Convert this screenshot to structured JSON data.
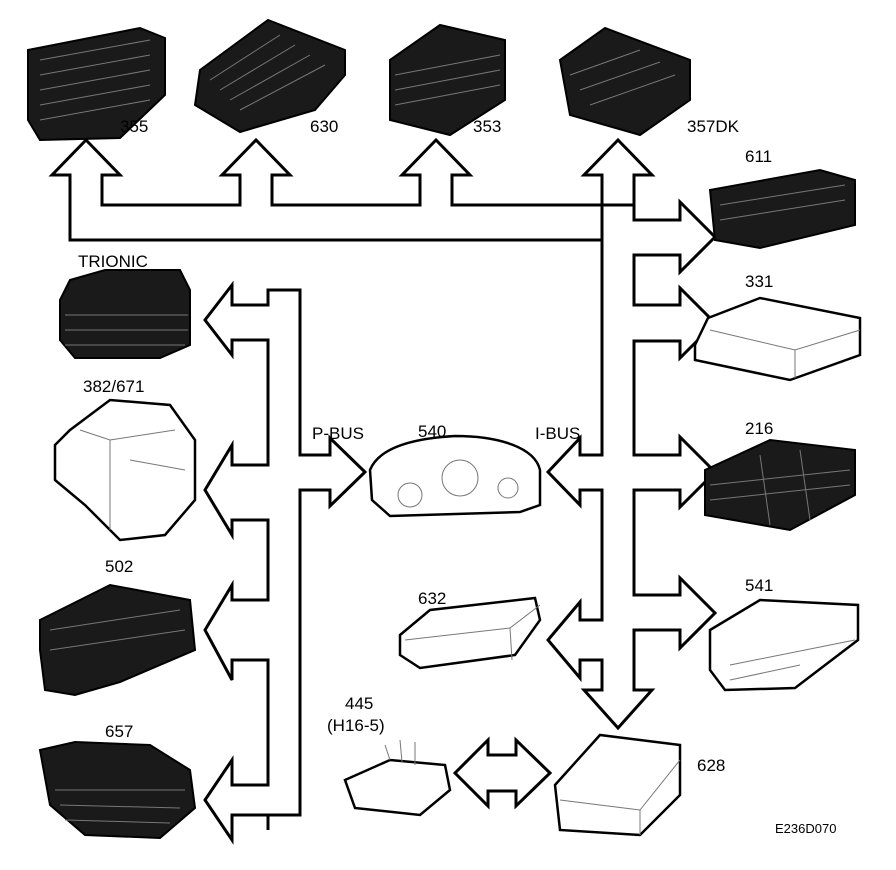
{
  "labels": {
    "m355": "355",
    "m630": "630",
    "m353": "353",
    "m357dk": "357DK",
    "m611": "611",
    "trionic": "TRIONIC",
    "m331": "331",
    "m382": "382/671",
    "pbus": "P-BUS",
    "m540": "540",
    "ibus": "I-BUS",
    "m216": "216",
    "m502": "502",
    "m632": "632",
    "m541": "541",
    "m445": "445",
    "m445b": "(H16-5)",
    "m657": "657",
    "m628": "628",
    "figure_id": "E236D070"
  }
}
